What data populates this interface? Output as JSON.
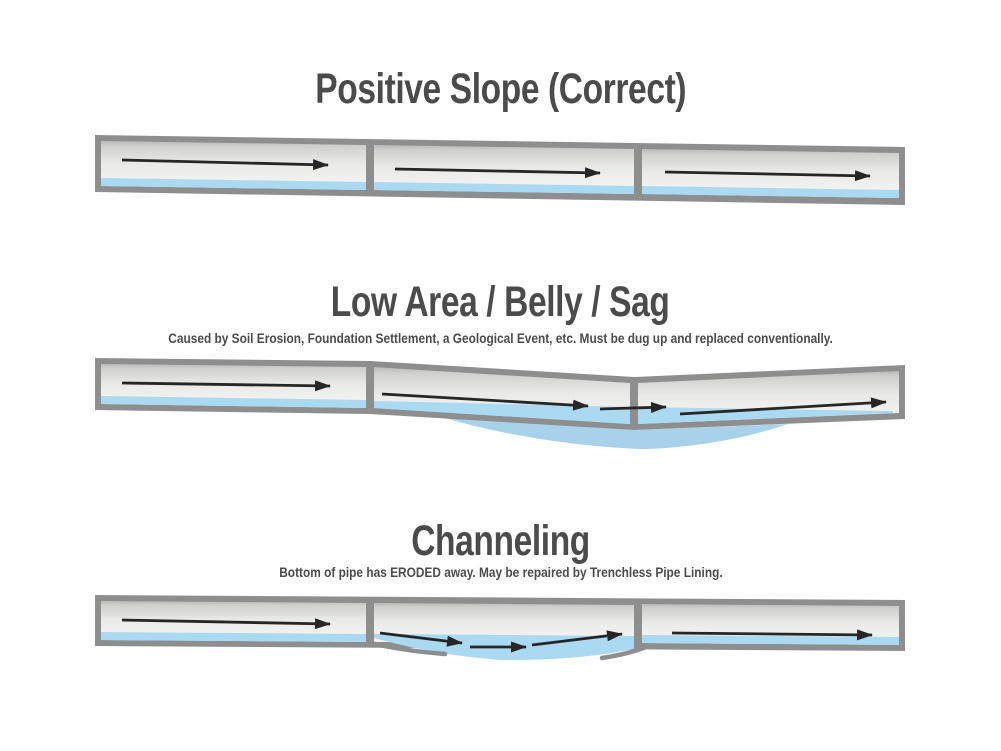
{
  "page": {
    "background": "#ffffff"
  },
  "colors": {
    "heading_text": "#4b4b4b",
    "pipe_casing": "#8e8e8e",
    "pipe_interior_dark": "#b9b9b7",
    "pipe_interior_light": "#f6f6f4",
    "water": "#a9daf2",
    "pooled_water": "#a7d2ea",
    "arrow": "#262626"
  },
  "sections": [
    {
      "id": "positive-slope",
      "title": "Positive Slope (Correct)",
      "subtitle": "",
      "pipe": {
        "segments": 3,
        "condition": "correct-positive-slope",
        "flow_direction": "right",
        "water": "thin-film-along-bottom"
      }
    },
    {
      "id": "low-area-belly-sag",
      "title": "Low Area / Belly / Sag",
      "subtitle": "Caused by Soil Erosion, Foundation Settlement, a Geological Event, etc. Must be dug up and replaced conventionally.",
      "pipe": {
        "segments": 3,
        "condition": "sagging-middle-joint",
        "flow_direction": "right",
        "water": "standing-water-pooled-in-belly"
      }
    },
    {
      "id": "channeling",
      "title": "Channeling",
      "subtitle": "Bottom of pipe has ERODED away. May be repaired by Trenchless Pipe Lining.",
      "pipe": {
        "segments": 3,
        "condition": "eroded-bottom-middle-segment",
        "flow_direction": "right",
        "water": "water-dips-through-eroded-channel"
      }
    }
  ]
}
